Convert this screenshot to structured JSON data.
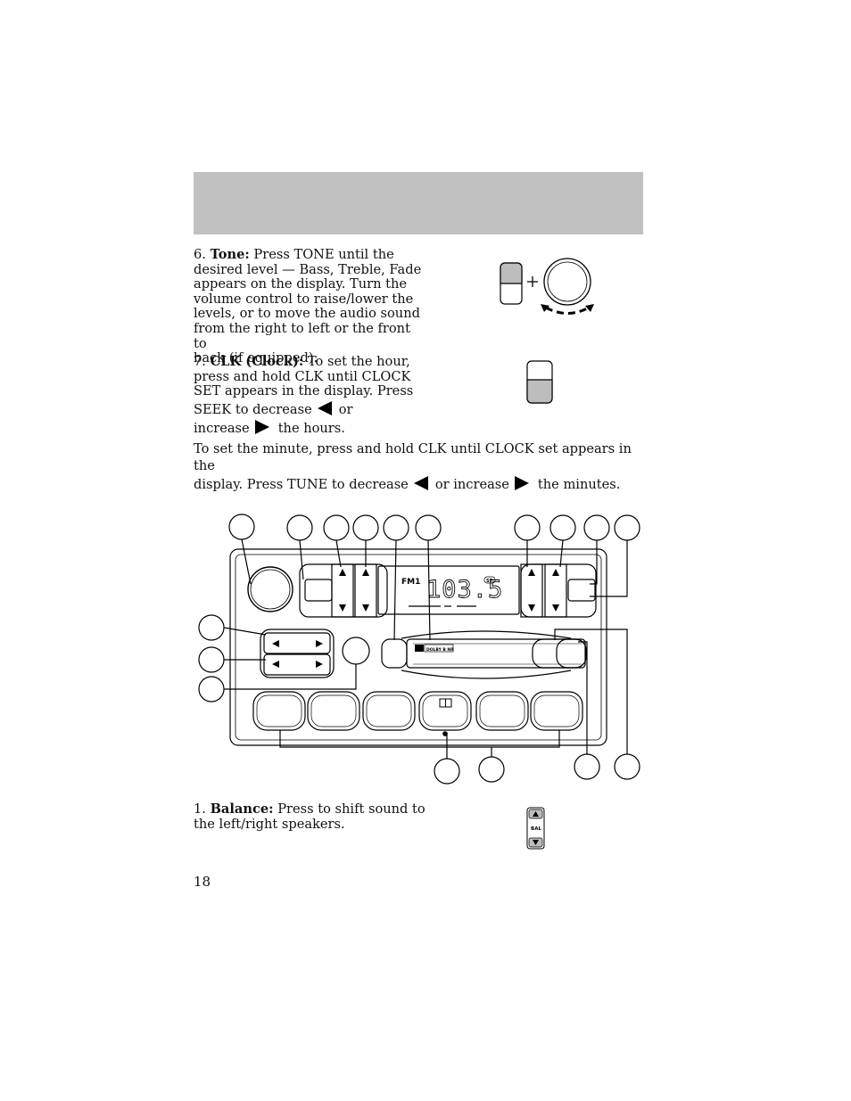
{
  "tone": {
    "number": "6.",
    "title": "Tone:",
    "text": "Press TONE until the desired level — Bass, Treble, Fade appears on the display. Turn the volume control to raise/lower the levels, or to move the audio sound from the right to left or the front to back (if equipped).",
    "lines": [
      "Press TONE until the",
      "desired level — Bass, Treble, Fade",
      "appears on the display. Turn the",
      "volume control to raise/lower the",
      "levels, or to move the audio sound",
      "from the right to left or the front to",
      "back (if equipped)."
    ]
  },
  "clock": {
    "number": "7.",
    "title": "CLK (Clock):",
    "line1": "To set the hour,",
    "line2": "press and hold CLK until CLOCK",
    "line3": "SET appears in the display. Press",
    "line4a": "SEEK to decrease",
    "line4b": "or",
    "line5a": "increase",
    "line5b": "the hours."
  },
  "minute": {
    "line1": "To set the minute, press and hold CLK until CLOCK set appears in the",
    "line2a": "display. Press TUNE to decrease",
    "line2b": "or increase",
    "line2c": "the minutes."
  },
  "radio": {
    "band": "FM1",
    "frequency": "103.5",
    "stereo": "ST",
    "dolby": "DOLBY B NR"
  },
  "balance": {
    "number": "1.",
    "title": "Balance:",
    "line1": "Press to shift sound to",
    "line2": "the left/right speakers.",
    "icon_label": "BAL"
  },
  "page_number": "18"
}
